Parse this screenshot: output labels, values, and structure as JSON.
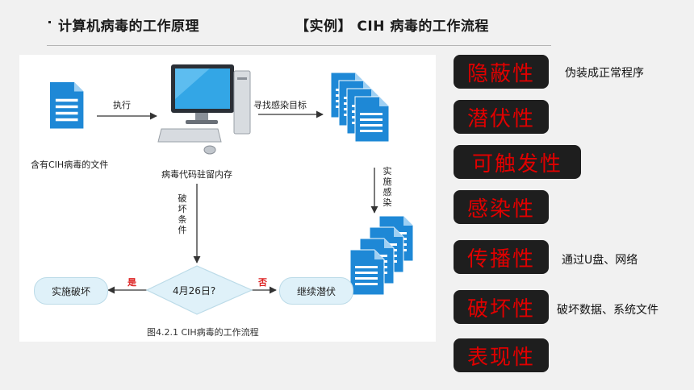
{
  "header": {
    "title_left": "计算机病毒的工作原理",
    "title_right": "【实例】 CIH 病毒的工作流程"
  },
  "diagram": {
    "file_label": "含有CIH病毒的文件",
    "execute_label": "执行",
    "resident_label": "病毒代码驻留内存",
    "search_label": "寻找感染目标",
    "infect_label": "实施感染",
    "trigger_label": "破坏条件",
    "decision_text": "4月26日?",
    "yes_label": "是",
    "no_label": "否",
    "destroy_label": "实施破坏",
    "hide_label": "继续潜伏",
    "caption": "图4.2.1   CIH病毒的工作流程"
  },
  "properties": [
    {
      "label": "隐蔽性",
      "note": "伪装成正常程序"
    },
    {
      "label": "潜伏性",
      "note": ""
    },
    {
      "label": "可触发性",
      "note": ""
    },
    {
      "label": "感染性",
      "note": ""
    },
    {
      "label": "传播性",
      "note": "通过U盘、网络"
    },
    {
      "label": "破坏性",
      "note": "破坏数据、系统文件"
    },
    {
      "label": "表现性",
      "note": ""
    }
  ],
  "colors": {
    "file_blue": "#1e88d6",
    "property_bg": "#1e1e1e",
    "property_text": "#e00000",
    "accent_red": "#d22222"
  }
}
